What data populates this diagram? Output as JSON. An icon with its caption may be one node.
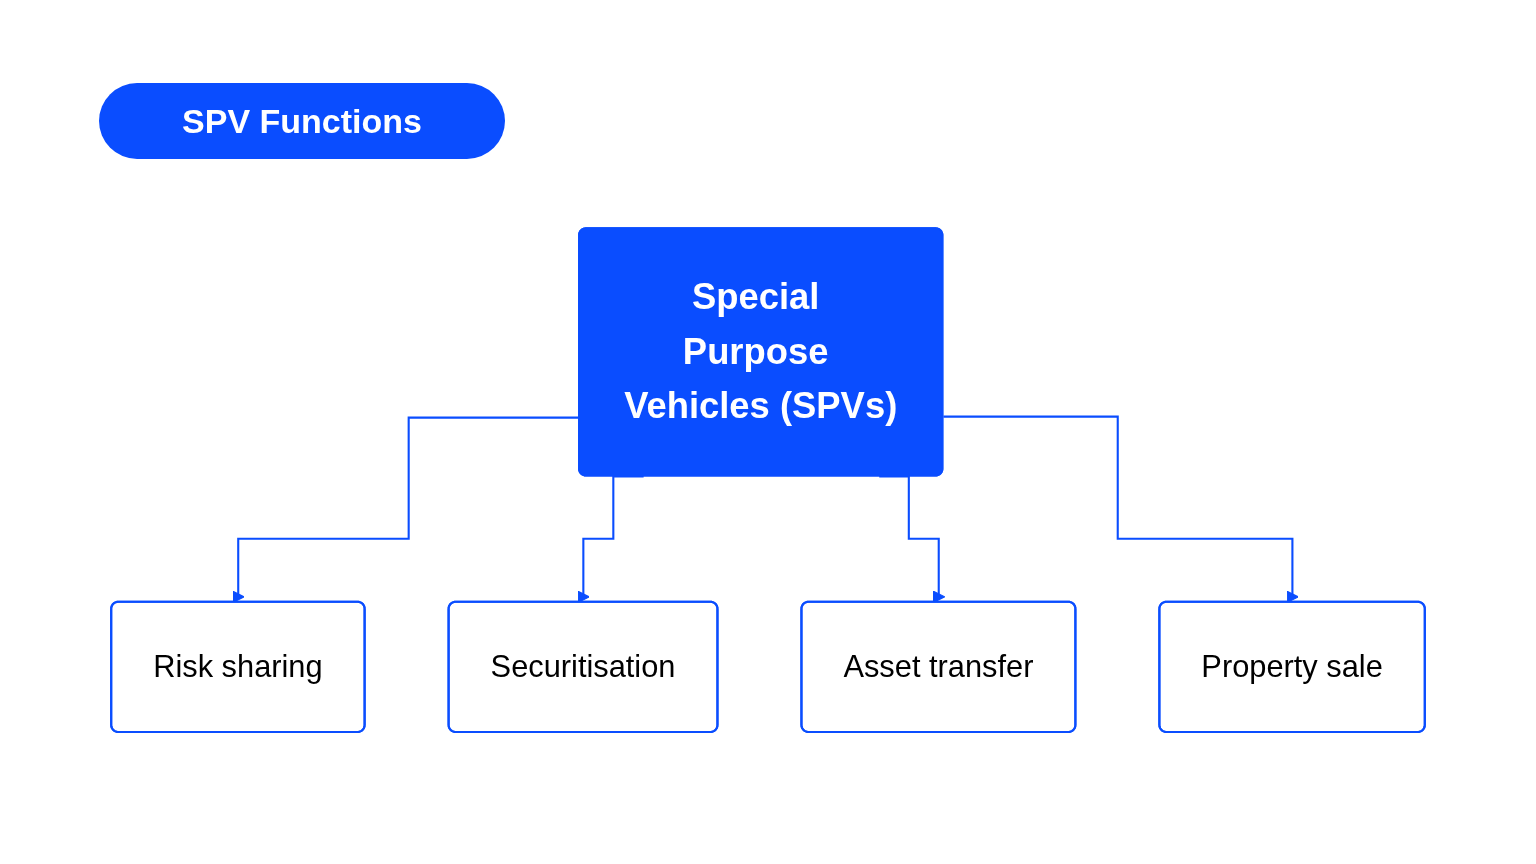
{
  "diagram": {
    "title": "SPV Functions",
    "nodes": [
      {
        "text": [
          "Special Purpose Vehicles (SPVs)"
        ]
      },
      {
        "text": [
          "Risk sharing"
        ]
      },
      {
        "text": [
          "Securitisation"
        ]
      },
      {
        "text": [
          "Asset transfer"
        ]
      },
      {
        "text": [
          "Property sale"
        ]
      }
    ],
    "edges": [
      {
        "from": 0,
        "to": 1,
        "arrow": "to"
      },
      {
        "from": 0,
        "to": 2,
        "arrow": "to"
      },
      {
        "from": 0,
        "to": 3,
        "arrow": "to"
      },
      {
        "from": 0,
        "to": 4,
        "arrow": "to"
      }
    ]
  }
}
